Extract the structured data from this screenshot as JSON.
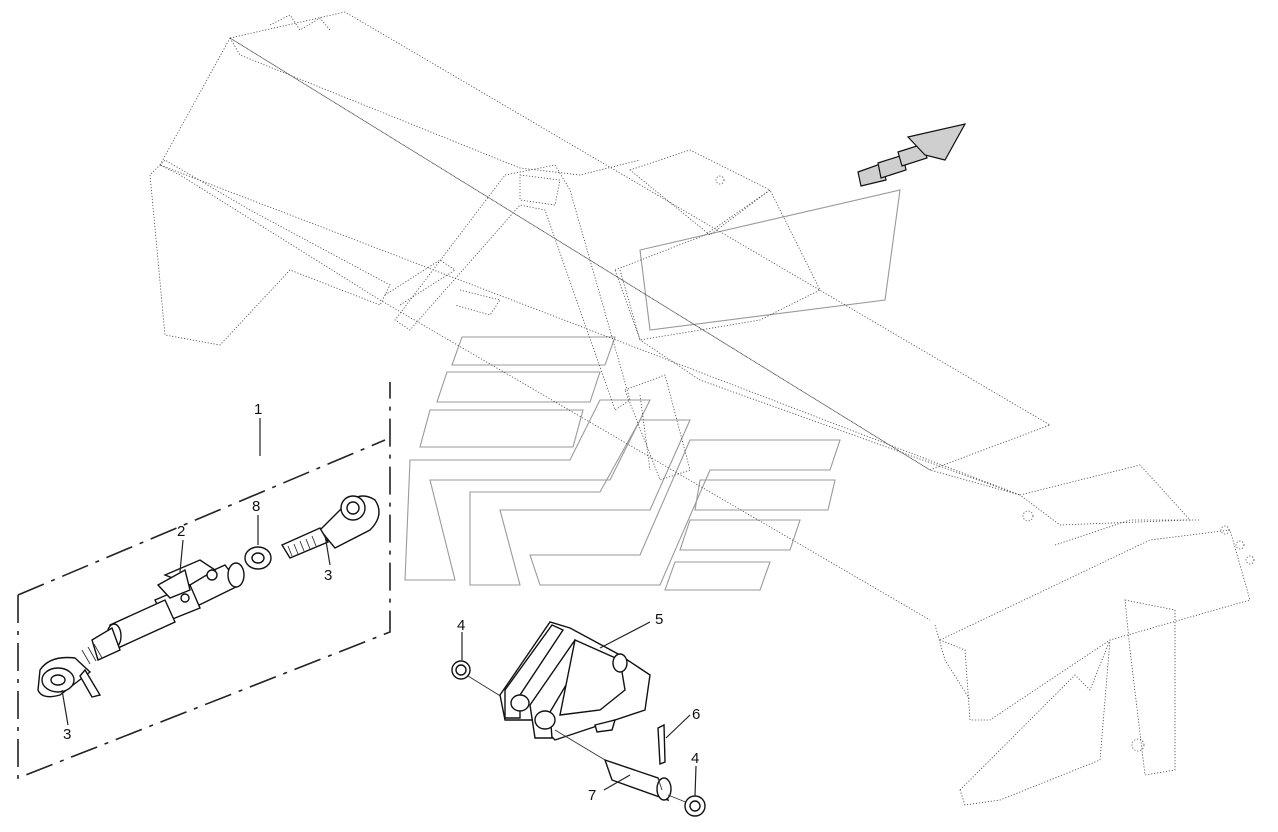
{
  "diagram": {
    "type": "exploded-parts-diagram",
    "callouts": [
      {
        "id": "callout-1",
        "text": "1"
      },
      {
        "id": "callout-2",
        "text": "2"
      },
      {
        "id": "callout-3a",
        "text": "3"
      },
      {
        "id": "callout-3b",
        "text": "3"
      },
      {
        "id": "callout-4a",
        "text": "4"
      },
      {
        "id": "callout-4b",
        "text": "4"
      },
      {
        "id": "callout-5",
        "text": "5"
      },
      {
        "id": "callout-6",
        "text": "6"
      },
      {
        "id": "callout-7",
        "text": "7"
      },
      {
        "id": "callout-8",
        "text": "8"
      }
    ],
    "icons": [
      "direction-arrow-icon",
      "watermark-logo"
    ],
    "colors": {
      "line": "#222222",
      "shade": "#cfcfcf",
      "watermark": "#999999"
    }
  }
}
